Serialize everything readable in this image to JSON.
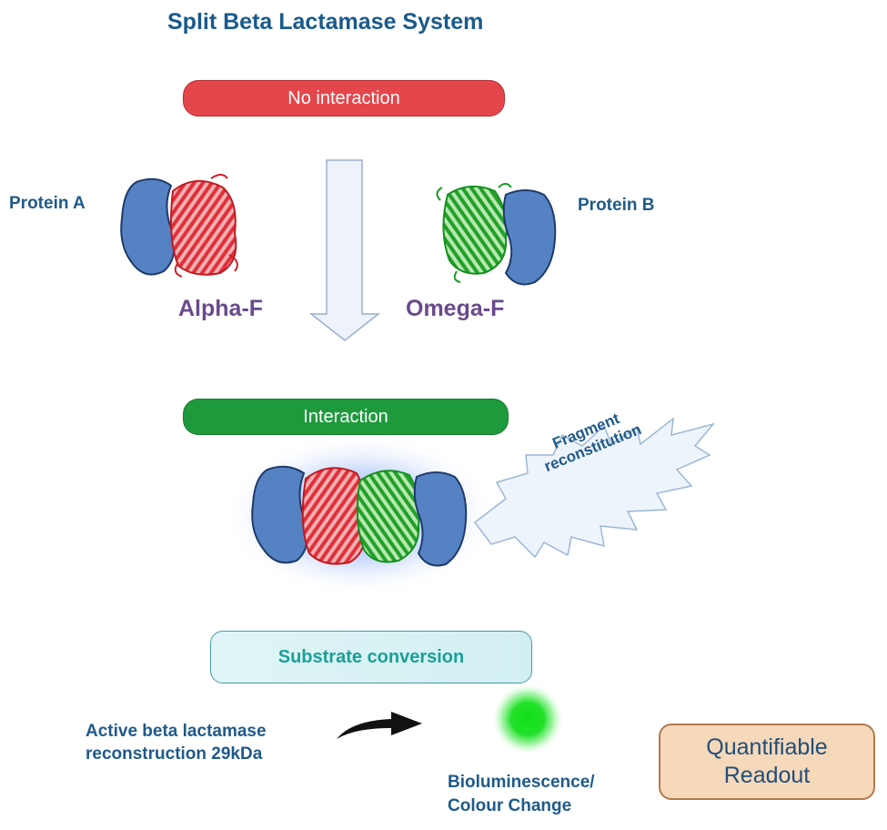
{
  "title": "Split Beta Lactamase System",
  "states": {
    "no_interaction": "No interaction",
    "interaction": "Interaction"
  },
  "proteins": {
    "a_label": "Protein A",
    "b_label": "Protein B",
    "alpha_label": "Alpha-F",
    "omega_label": "Omega-F"
  },
  "burst": {
    "line1": "Fragment",
    "line2": "reconstitution"
  },
  "substrate": "Substrate conversion",
  "active": {
    "line1": "Active beta lactamase",
    "line2": "reconstruction 29kDa"
  },
  "signal": {
    "line1": "Bioluminescence/",
    "line2": "Colour Change"
  },
  "readout": {
    "line1": "Quantifiable",
    "line2": "Readout"
  },
  "colors": {
    "no_interaction": "#e5464b",
    "interaction": "#1e9a3c",
    "protein": "#5482c2",
    "alpha_fragment": "#e0303a",
    "omega_fragment": "#22a02a",
    "glow": "#22e02a",
    "readout_bg": "#f6d8ba"
  }
}
